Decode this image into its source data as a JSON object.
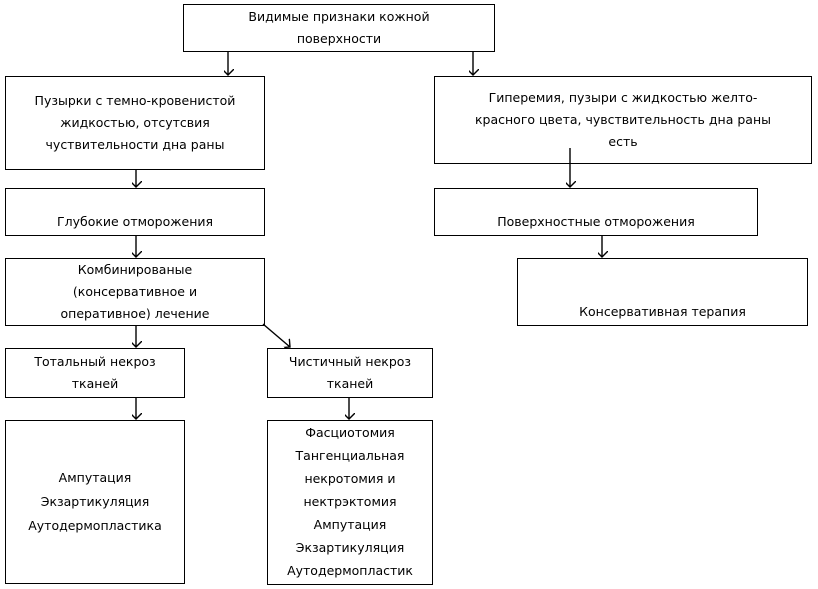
{
  "nodes": {
    "root": {
      "lines": [
        "Видимые признаки кожной",
        "поверхности"
      ]
    },
    "left_symptoms": {
      "lines": [
        "Пузырки с темно-кровенистой",
        "жидкостью, отсутсвия",
        "чуствительности дна раны"
      ]
    },
    "right_symptoms": {
      "lines": [
        "Гиперемия, пузыри с жидкостью желто-",
        "красного цвета, чувствительность дна раны",
        "есть"
      ]
    },
    "deep": {
      "lines": [
        "Глубокие отморожения"
      ]
    },
    "superficial": {
      "lines": [
        "Поверхностные отморожения"
      ]
    },
    "combined": {
      "lines": [
        "Комбинированые",
        "(консервативное и",
        "оперативное) лечение"
      ]
    },
    "conservative": {
      "lines": [
        "Консервативная терапия"
      ]
    },
    "total": {
      "lines": [
        "Тотальный некроз",
        "тканей"
      ]
    },
    "partial": {
      "lines": [
        "Чистичный некроз",
        "тканей"
      ]
    },
    "total_treatment": {
      "lines": [
        "Ампутация",
        "Экзартикуляция",
        "Аутодермопластика"
      ]
    },
    "partial_treatment": {
      "lines": [
        "Фасциотомия",
        "Тангенциальная",
        "некротомия и",
        "нектрэктомия",
        "Ампутация",
        "Экзартикуляция",
        "Аутодермопластик"
      ]
    }
  }
}
